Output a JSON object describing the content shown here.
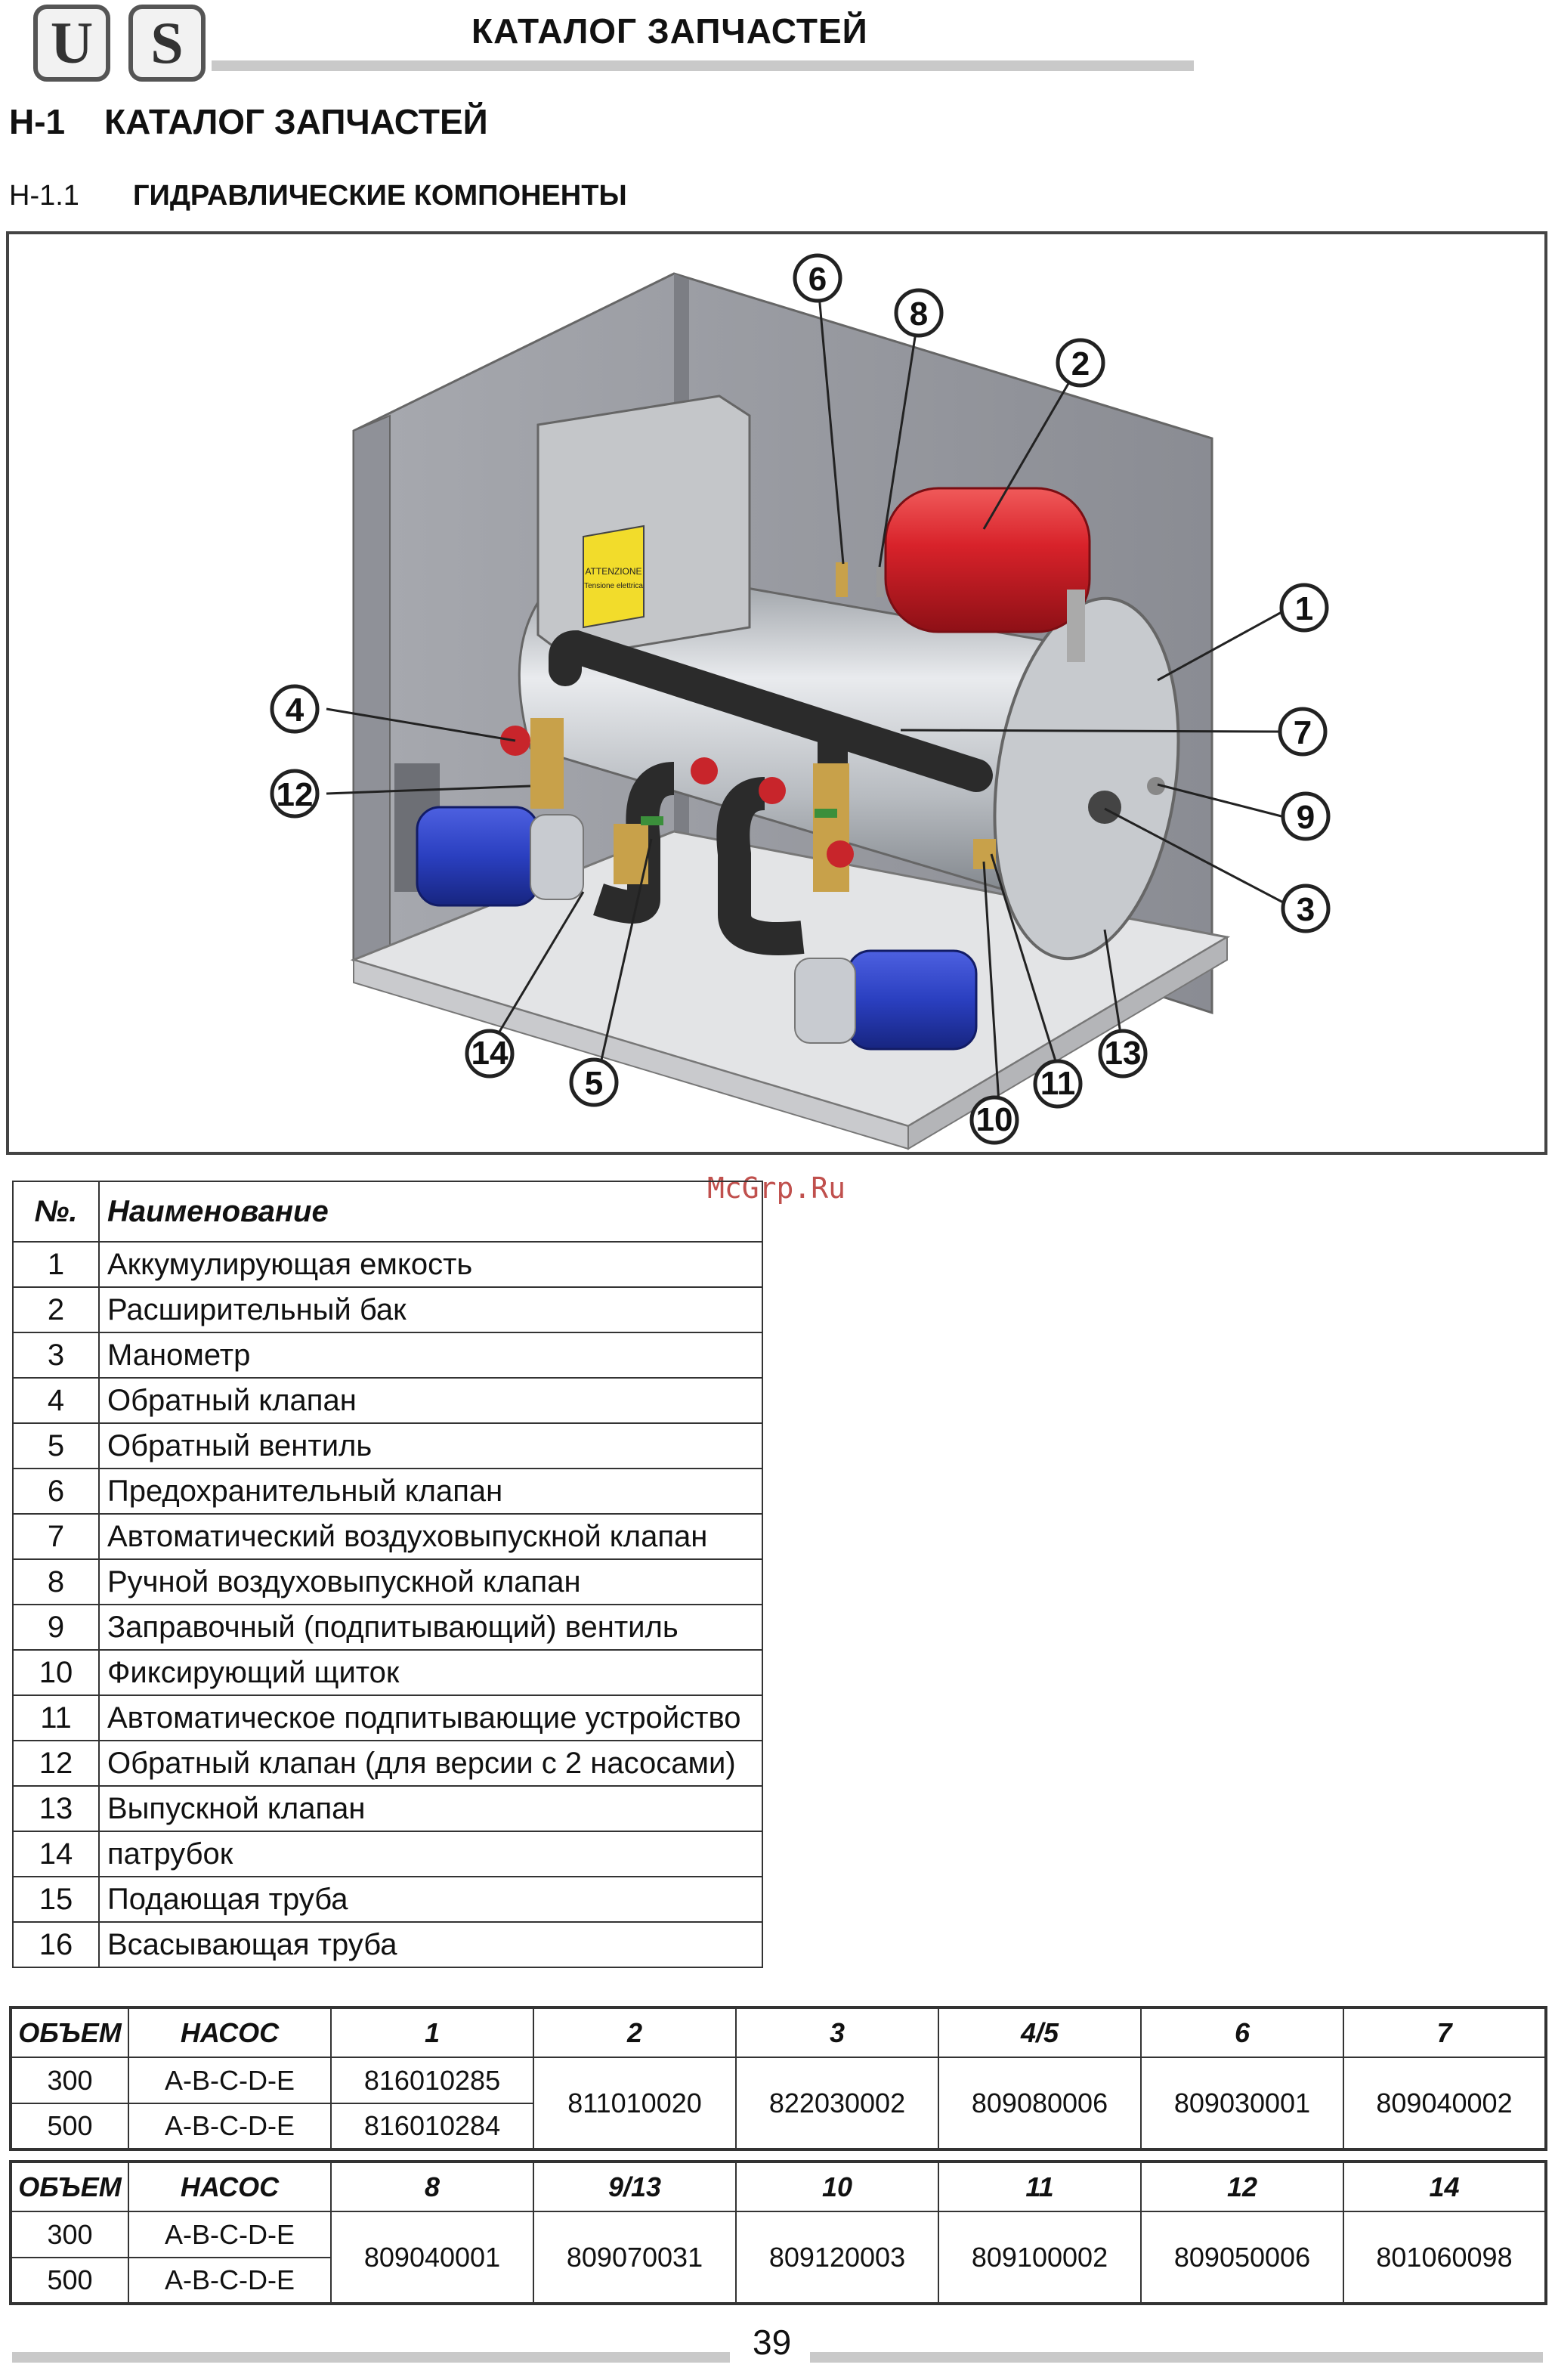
{
  "header": {
    "logo_letters": [
      "U",
      "S"
    ],
    "title": "КАТАЛОГ ЗАПЧАСТЕЙ"
  },
  "section": {
    "number": "H-1",
    "title": "КАТАЛОГ ЗАПЧАСТЕЙ"
  },
  "subsection": {
    "number": "H-1.1",
    "title": "ГИДРАВЛИЧЕСКИЕ КОМПОНЕНТЫ"
  },
  "figure": {
    "callouts": [
      "6",
      "8",
      "2",
      "1",
      "7",
      "9",
      "3",
      "4",
      "12",
      "14",
      "5",
      "10",
      "11",
      "13"
    ],
    "warning_label_lines": [
      "ATTENZIONE",
      "Tensione elettrica"
    ],
    "colors": {
      "expansion_tank": "#d8222a",
      "pump_motor": "#2a3fc0",
      "pipe": "#2b2b2b",
      "tank_body": "#b9bdc2",
      "cabinet_panel": "#9a9ca3",
      "warning_label": "#f2dc2b",
      "valve_red": "#c8252b",
      "brass": "#c8a14a",
      "green_ring": "#3b8f3b"
    }
  },
  "watermark": "McGrp.Ru",
  "parts_list": {
    "headers": {
      "num": "№.",
      "name": "Наименование"
    },
    "rows": [
      {
        "num": "1",
        "name": "Аккумулирующая емкость"
      },
      {
        "num": "2",
        "name": "Расширительный бак"
      },
      {
        "num": "3",
        "name": "Манометр"
      },
      {
        "num": "4",
        "name": "Обратный клапан"
      },
      {
        "num": "5",
        "name": "Обратный вентиль"
      },
      {
        "num": "6",
        "name": "Предохранительный клапан"
      },
      {
        "num": "7",
        "name": "Автоматический воздуховыпускной клапан"
      },
      {
        "num": "8",
        "name": "Ручной воздуховыпускной клапан"
      },
      {
        "num": "9",
        "name": "Заправочный (подпитывающий) вентиль"
      },
      {
        "num": "10",
        "name": "Фиксирующий щиток"
      },
      {
        "num": "11",
        "name": "Автоматическое подпитывающие устройство"
      },
      {
        "num": "12",
        "name": "Обратный клапан (для версии с 2 насосами)"
      },
      {
        "num": "13",
        "name": "Выпускной клапан"
      },
      {
        "num": "14",
        "name": "патрубок"
      },
      {
        "num": "15",
        "name": "Подающая труба"
      },
      {
        "num": "16",
        "name": "Всасывающая труба"
      }
    ]
  },
  "codes_table_1": {
    "headers": [
      "ОБЪЕМ",
      "НАСОС",
      "1",
      "2",
      "3",
      "4/5",
      "6",
      "7"
    ],
    "rows": [
      {
        "volume": "300",
        "pump": "A-B-C-D-E",
        "c1": "816010285"
      },
      {
        "volume": "500",
        "pump": "A-B-C-D-E",
        "c1": "816010284"
      }
    ],
    "shared": [
      "811010020",
      "822030002",
      "809080006",
      "809030001",
      "809040002"
    ]
  },
  "codes_table_2": {
    "headers": [
      "ОБЪЕМ",
      "НАСОС",
      "8",
      "9/13",
      "10",
      "11",
      "12",
      "14"
    ],
    "rows": [
      {
        "volume": "300",
        "pump": "A-B-C-D-E"
      },
      {
        "volume": "500",
        "pump": "A-B-C-D-E"
      }
    ],
    "shared": [
      "809040001",
      "809070031",
      "809120003",
      "809100002",
      "809050006",
      "801060098"
    ]
  },
  "page_number": "39"
}
